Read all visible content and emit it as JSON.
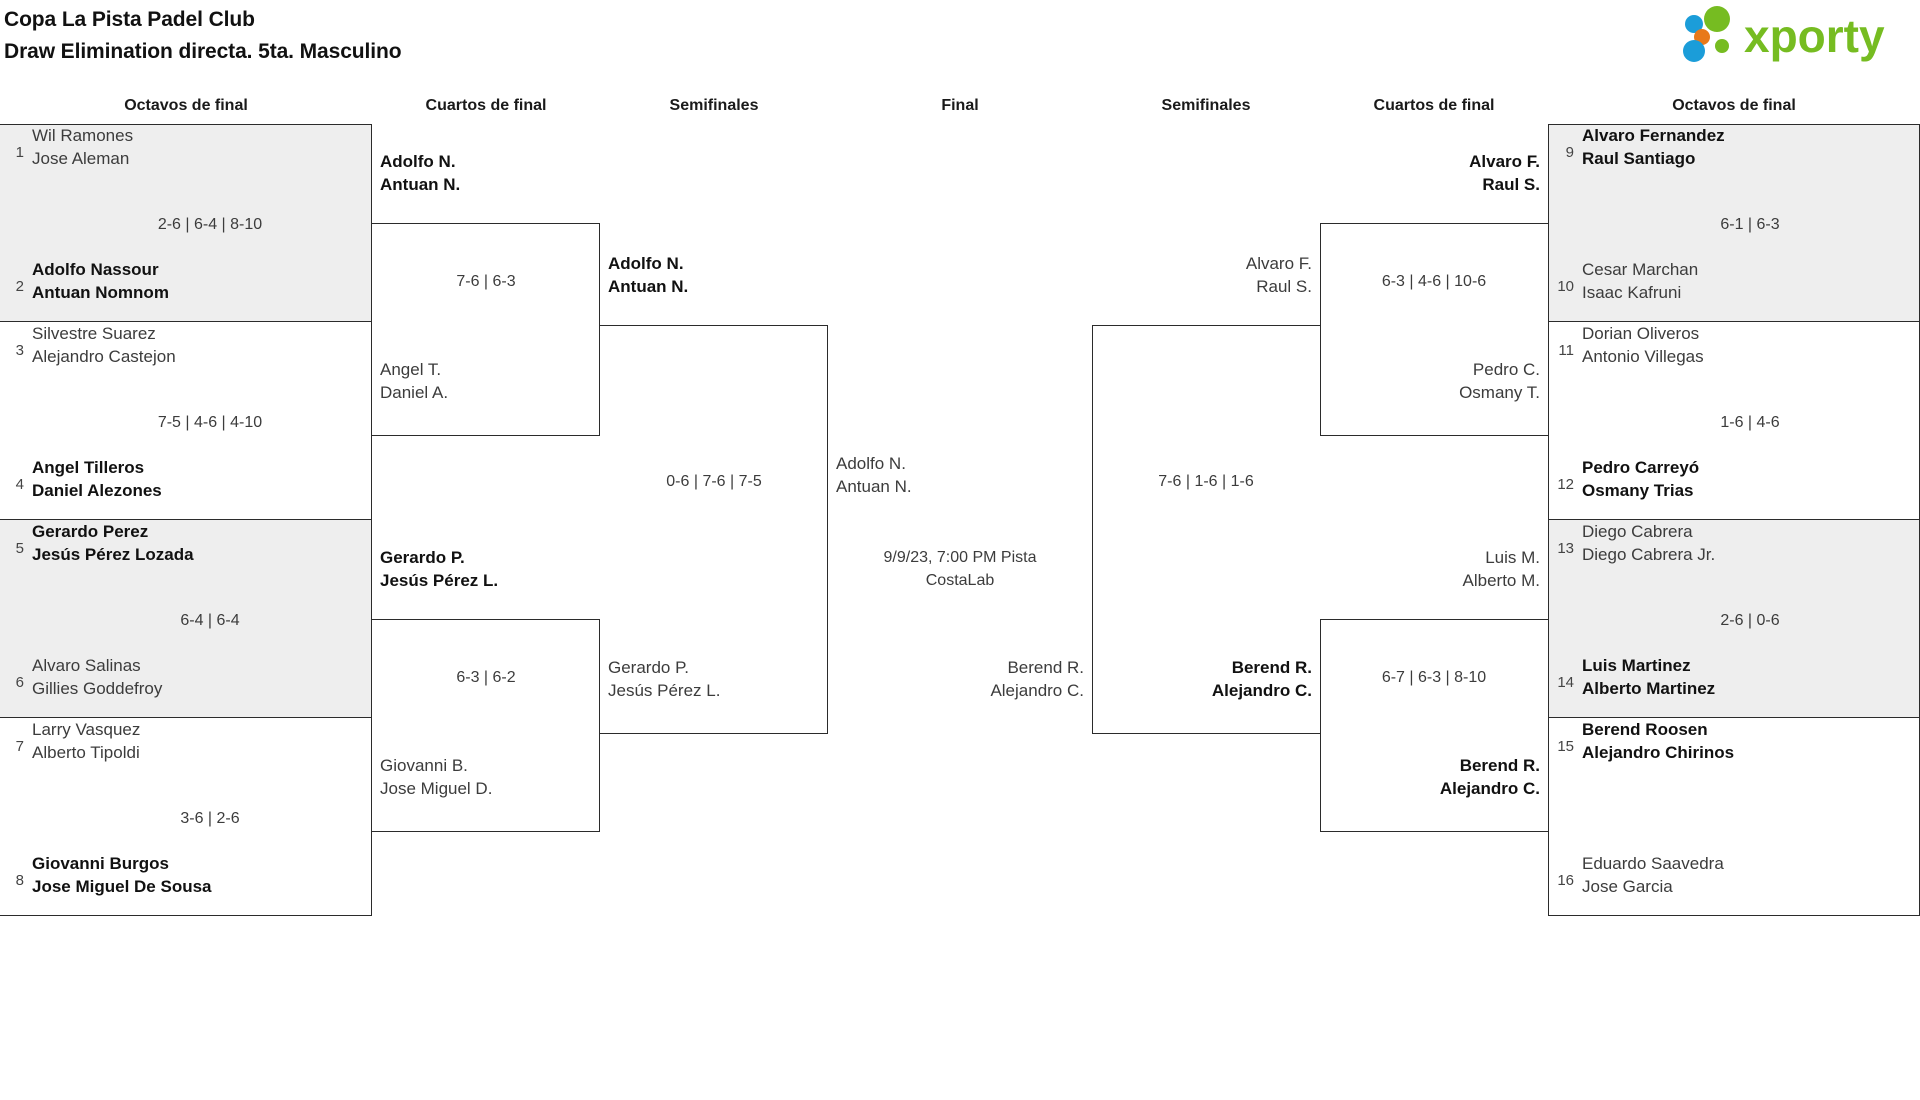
{
  "header": {
    "title_line1": "Copa La Pista Padel Club",
    "title_line2": "Draw Elimination directa. 5ta. Masculino",
    "logo_text": "xporty",
    "logo_colors": {
      "green": "#76bc21",
      "blue": "#1b9dd9",
      "orange": "#e8791a"
    }
  },
  "round_headers": {
    "l_r16": "Octavos de final",
    "l_qf": "Cuartos de final",
    "l_sf": "Semifinales",
    "final": "Final",
    "r_sf": "Semifinales",
    "r_qf": "Cuartos de final",
    "r_r16": "Octavos de final"
  },
  "left": {
    "r16": [
      {
        "seed_top": "1",
        "top": [
          "Wil Ramones",
          "Jose Aleman"
        ],
        "top_winner": false,
        "score": "2-6 | 6-4 | 8-10",
        "seed_bot": "2",
        "bot": [
          "Adolfo Nassour",
          "Antuan Nomnom"
        ],
        "bot_winner": true
      },
      {
        "seed_top": "3",
        "top": [
          "Silvestre Suarez",
          "Alejandro Castejon"
        ],
        "top_winner": false,
        "score": "7-5 | 4-6 | 4-10",
        "seed_bot": "4",
        "bot": [
          "Angel Tilleros",
          "Daniel Alezones"
        ],
        "bot_winner": true
      },
      {
        "seed_top": "5",
        "top": [
          "Gerardo Perez",
          "Jesús Pérez Lozada"
        ],
        "top_winner": true,
        "score": "6-4 | 6-4",
        "seed_bot": "6",
        "bot": [
          "Alvaro Salinas",
          "Gillies Goddefroy"
        ],
        "bot_winner": false
      },
      {
        "seed_top": "7",
        "top": [
          "Larry Vasquez",
          "Alberto Tipoldi"
        ],
        "top_winner": false,
        "score": "3-6 | 2-6",
        "seed_bot": "8",
        "bot": [
          "Giovanni Burgos",
          "Jose Miguel De Sousa"
        ],
        "bot_winner": true
      }
    ],
    "qf": [
      {
        "top": [
          "Adolfo N.",
          "Antuan N."
        ],
        "top_winner": true,
        "score": "7-6 | 6-3",
        "bot": [
          "Angel T.",
          "Daniel A."
        ],
        "bot_winner": false
      },
      {
        "top": [
          "Gerardo P.",
          "Jesús Pérez L."
        ],
        "top_winner": true,
        "score": "6-3 | 6-2",
        "bot": [
          "Giovanni B.",
          "Jose Miguel D."
        ],
        "bot_winner": false
      }
    ],
    "sf": [
      {
        "top": [
          "Adolfo N.",
          "Antuan N."
        ],
        "top_winner": true,
        "score": "0-6 | 7-6 | 7-5",
        "bot": [
          "Gerardo P.",
          "Jesús Pérez L."
        ],
        "bot_winner": false
      }
    ]
  },
  "final": {
    "top": [
      "Adolfo N.",
      "Antuan N."
    ],
    "top_winner": false,
    "meta_line1": "9/9/23, 7:00 PM Pista",
    "meta_line2": "CostaLab",
    "bot": [
      "Berend R.",
      "Alejandro C."
    ],
    "bot_winner": false
  },
  "right": {
    "sf": [
      {
        "top": [
          "Alvaro F.",
          "Raul S."
        ],
        "top_winner": false,
        "score": "7-6 | 1-6 | 1-6",
        "bot": [
          "Berend R.",
          "Alejandro C."
        ],
        "bot_winner": true
      }
    ],
    "qf": [
      {
        "top": [
          "Alvaro F.",
          "Raul S."
        ],
        "top_winner": true,
        "score": "6-3 | 4-6 | 10-6",
        "bot": [
          "Pedro C.",
          "Osmany T."
        ],
        "bot_winner": false
      },
      {
        "top": [
          "Luis M.",
          "Alberto M."
        ],
        "top_winner": false,
        "score": "6-7 | 6-3 | 8-10",
        "bot": [
          "Berend R.",
          "Alejandro C."
        ],
        "bot_winner": true
      }
    ],
    "r16": [
      {
        "seed_top": "9",
        "top": [
          "Alvaro Fernandez",
          "Raul Santiago"
        ],
        "top_winner": true,
        "score": "6-1 | 6-3",
        "seed_bot": "10",
        "bot": [
          "Cesar Marchan",
          "Isaac Kafruni"
        ],
        "bot_winner": false
      },
      {
        "seed_top": "11",
        "top": [
          "Dorian Oliveros",
          "Antonio Villegas"
        ],
        "top_winner": false,
        "score": "1-6 | 4-6",
        "seed_bot": "12",
        "bot": [
          "Pedro Carreyó",
          "Osmany Trias"
        ],
        "bot_winner": true
      },
      {
        "seed_top": "13",
        "top": [
          "Diego Cabrera",
          "Diego Cabrera Jr."
        ],
        "top_winner": false,
        "score": "2-6 | 0-6",
        "seed_bot": "14",
        "bot": [
          "Luis Martinez",
          "Alberto Martinez"
        ],
        "bot_winner": true
      },
      {
        "seed_top": "15",
        "top": [
          "Berend Roosen",
          "Alejandro Chirinos"
        ],
        "top_winner": true,
        "score": "",
        "seed_bot": "16",
        "bot": [
          "Eduardo Saavedra",
          "Jose Garcia"
        ],
        "bot_winner": false
      }
    ]
  }
}
